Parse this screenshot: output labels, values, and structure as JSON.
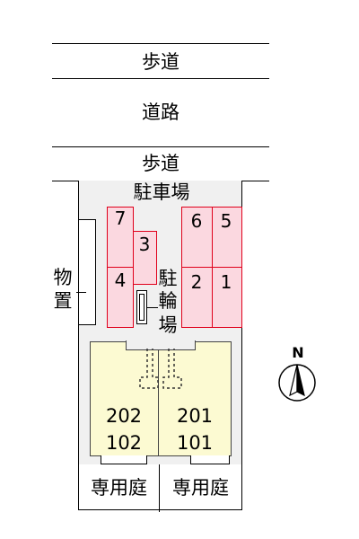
{
  "map": {
    "sidewalk_top": "歩道",
    "road": "道路",
    "sidewalk_bottom": "歩道",
    "parking": "駐車場",
    "storage": [
      "物",
      "置"
    ],
    "bike_parking": [
      "駐",
      "輪",
      "場"
    ],
    "parking_slots": [
      "1",
      "2",
      "3",
      "4",
      "5",
      "6",
      "7"
    ],
    "units": {
      "left_upper": "202",
      "left_lower": "102",
      "right_upper": "201",
      "right_lower": "101"
    },
    "gardens": [
      "専用庭",
      "専用庭"
    ],
    "north": "N"
  },
  "colors": {
    "slot_fill": "#fbd8e0",
    "slot_border": "#e0001b",
    "unit_fill": "#fcfad2",
    "lot_fill": "#f0f0f0"
  }
}
